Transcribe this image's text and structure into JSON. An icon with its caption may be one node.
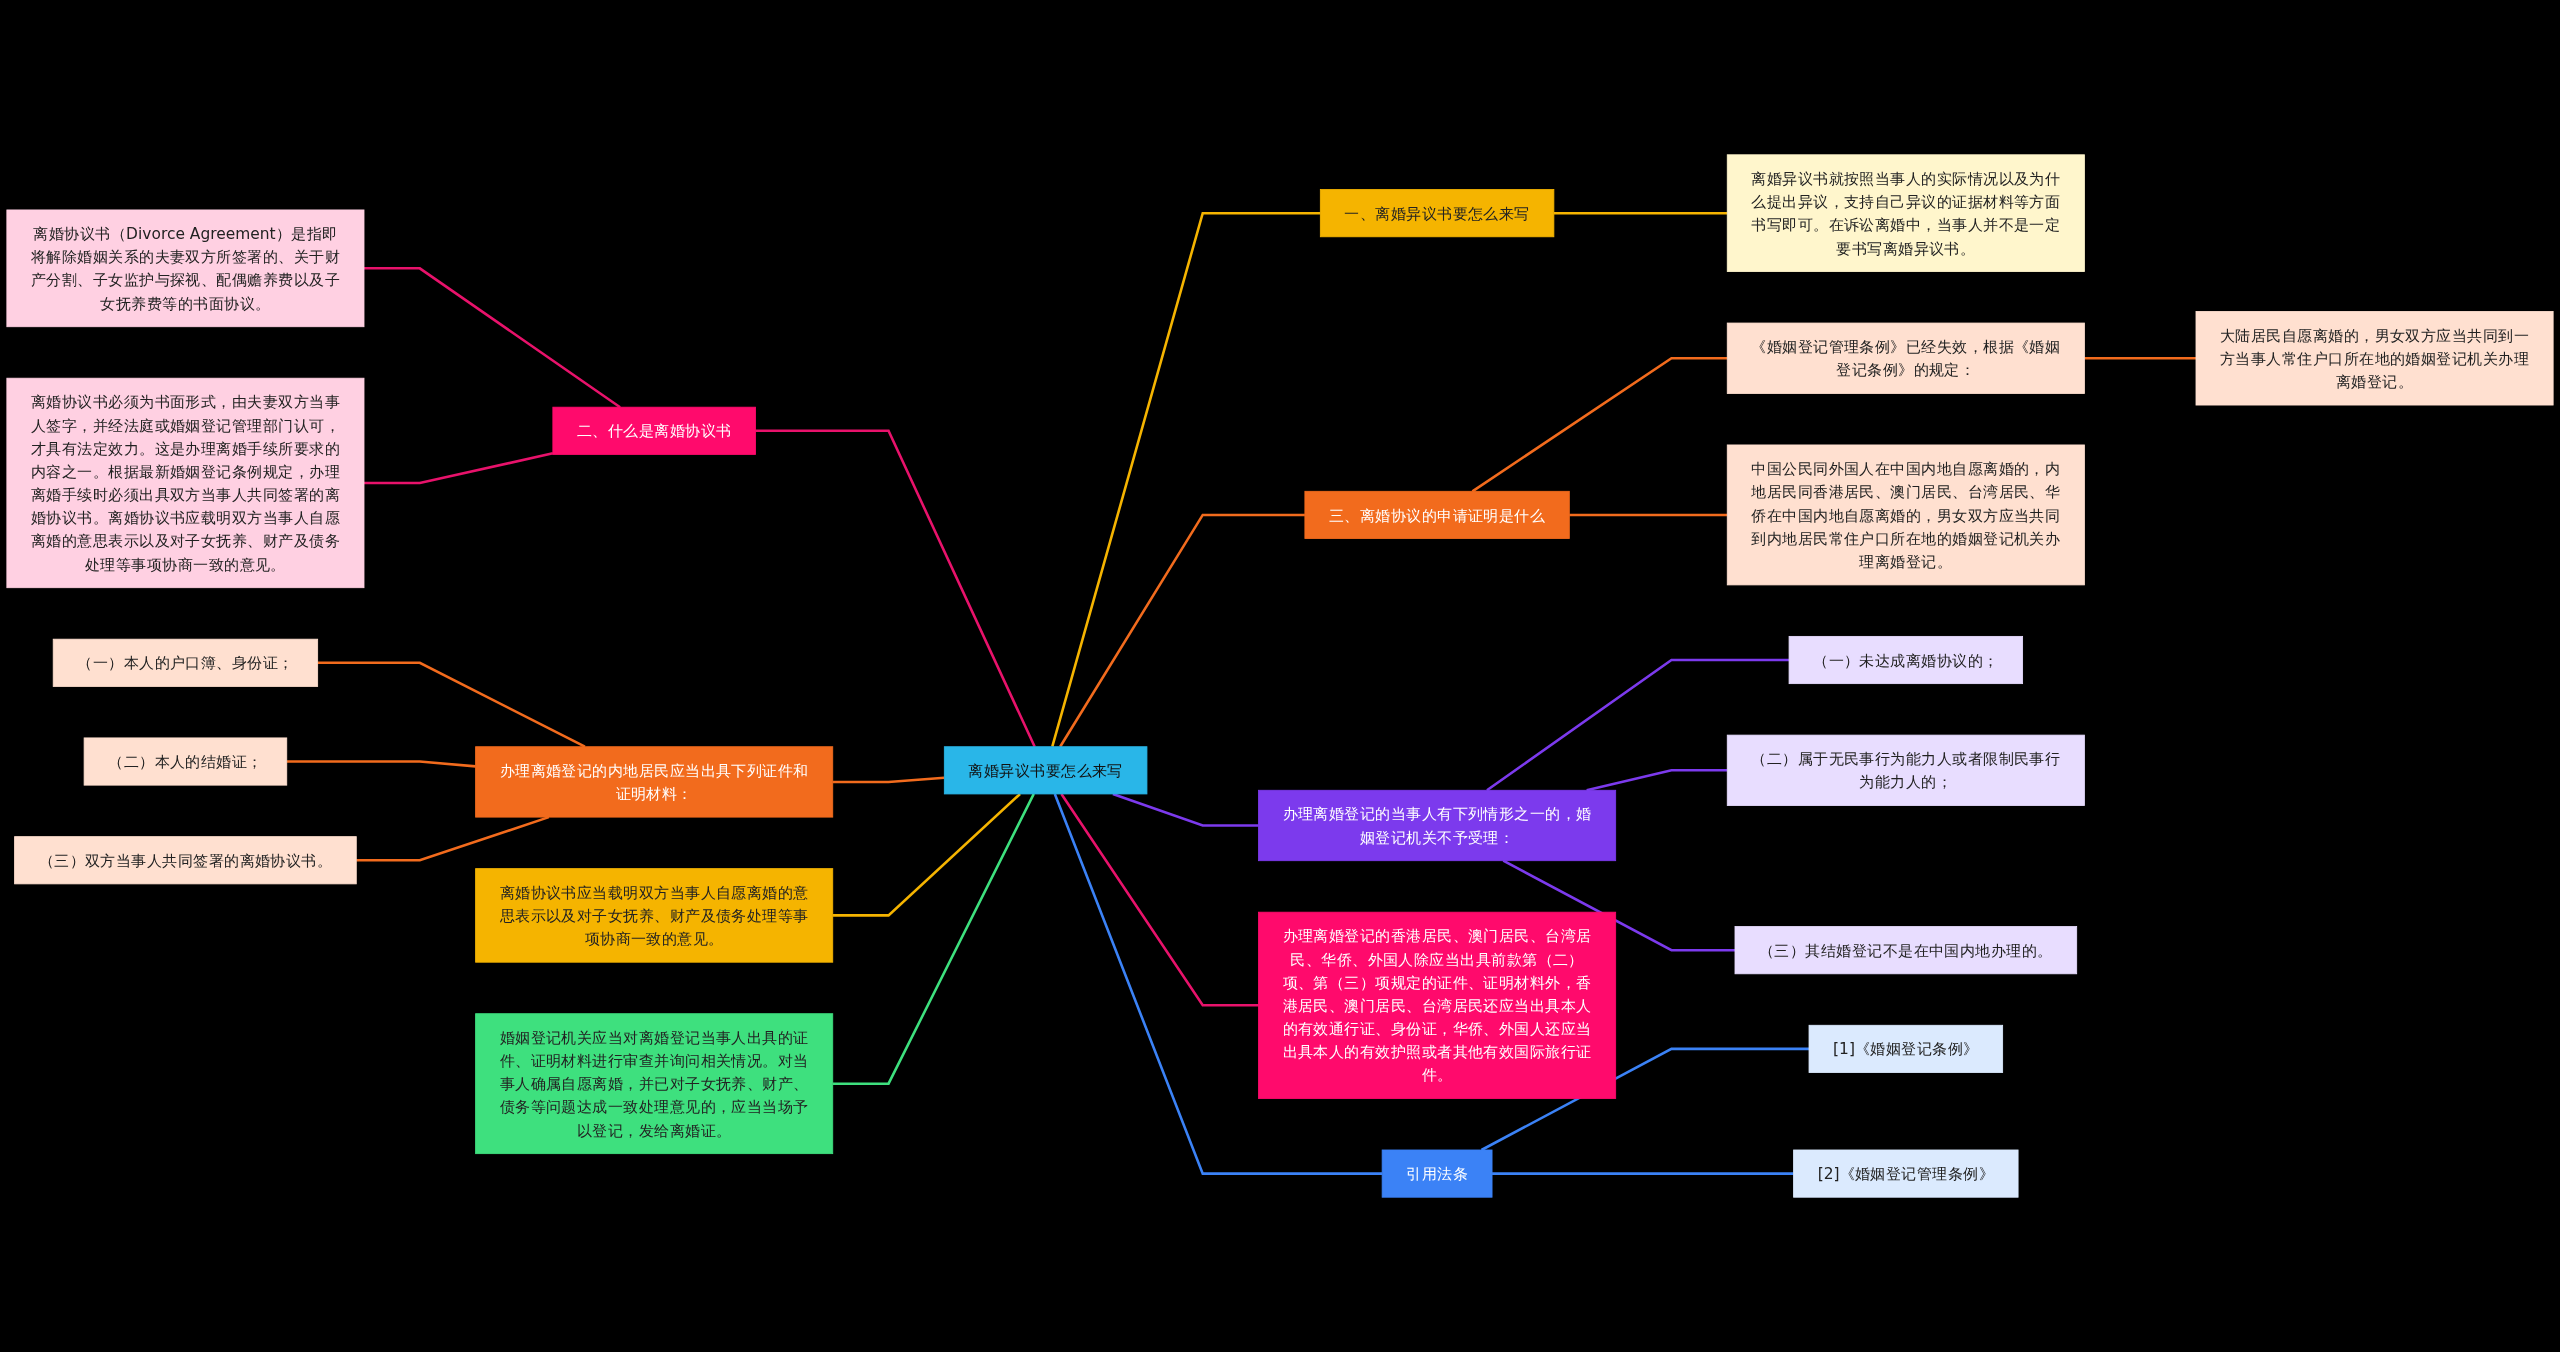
{
  "diagram": {
    "nodes": [
      {
        "text": [
          "离婚异议书要怎么来写"
        ]
      },
      {
        "text": [
          "一、离婚异议书要怎么来写"
        ]
      },
      {
        "text": [
          "离婚异议书就按照当事人的实际情况以及为什么提出异议，支持自己异议的证据材料等方面书写即可。在诉讼离婚中，当事人并不是一定要书写离婚异议书。"
        ]
      },
      {
        "text": [
          "三、离婚协议的申请证明是什么"
        ]
      },
      {
        "text": [
          "《婚姻登记管理条例》已经失效，根据《婚姻登记条例》的规定："
        ]
      },
      {
        "text": [
          "大陆居民自愿离婚的，男女双方应当共同到一方当事人常住户口所在地的婚姻登记机关办理离婚登记。"
        ]
      },
      {
        "text": [
          "中国公民同外国人在中国内地自愿离婚的，内地居民同香港居民、澳门居民、台湾居民、华侨在中国内地自愿离婚的，男女双方应当共同到内地居民常住户口所在地的婚姻登记机关办理离婚登记。"
        ]
      },
      {
        "text": [
          "办理离婚登记的香港居民、澳门居民、台湾居民、华侨、外国人除应当出具前款第（二）项、第（三）项规定的证件、证明材料外，香港居民、澳门居民、台湾居民还应当出具本人的有效通行证、身份证，华侨、外国人还应当出具本人的有效护照或者其他有效国际旅行证件。"
        ]
      },
      {
        "text": [
          "办理离婚登记的当事人有下列情形之一的，婚姻登记机关不予受理："
        ]
      },
      {
        "text": [
          "（一）未达成离婚协议的；"
        ]
      },
      {
        "text": [
          "（二）属于无民事行为能力人或者限制民事行为能力人的；"
        ]
      },
      {
        "text": [
          "（三）其结婚登记不是在中国内地办理的。"
        ]
      },
      {
        "text": [
          "引用法条"
        ]
      },
      {
        "text": [
          "[1]《婚姻登记条例》"
        ]
      },
      {
        "text": [
          "[2]《婚姻登记管理条例》"
        ]
      },
      {
        "text": [
          "二、什么是离婚协议书"
        ]
      },
      {
        "text": [
          "离婚协议书（Divorce Agreement）是指即将解除婚姻关系的夫妻双方所签署的、关于财产分割、子女监护与探视、配偶赡养费以及子女抚养费等的书面协议。"
        ]
      },
      {
        "text": [
          "离婚协议书必须为书面形式，由夫妻双方当事人签字，并经法庭或婚姻登记管理部门认可，才具有法定效力。这是办理离婚手续所要求的内容之一。根据最新婚姻登记条例规定，办理离婚手续时必须出具双方当事人共同签署的离婚协议书。离婚协议书应载明双方当事人自愿离婚的意思表示以及对子女抚养、财产及债务处理等事项协商一致的意见。"
        ]
      },
      {
        "text": [
          "办理离婚登记的内地居民应当出具下列证件和证明材料："
        ]
      },
      {
        "text": [
          "（一）本人的户口簿、身份证；"
        ]
      },
      {
        "text": [
          "（二）本人的结婚证；"
        ]
      },
      {
        "text": [
          "（三）双方当事人共同签署的离婚协议书。"
        ]
      },
      {
        "text": [
          "离婚协议书应当载明双方当事人自愿离婚的意思表示以及对子女抚养、财产及债务处理等事项协商一致的意见。"
        ]
      },
      {
        "text": [
          "婚姻登记机关应当对离婚登记当事人出具的证件、证明材料进行审查并询问相关情况。对当事人确属自愿离婚，并已对子女抚养、财产、债务等问题达成一致处理意见的，应当当场予以登记，发给离婚证。"
        ]
      }
    ],
    "edges": [
      {
        "from": 0,
        "to": 1,
        "arrow": "none",
        "color": "#f5b400"
      },
      {
        "from": 1,
        "to": 2,
        "arrow": "none",
        "color": "#f5b400"
      },
      {
        "from": 0,
        "to": 3,
        "arrow": "none",
        "color": "#f26b1d"
      },
      {
        "from": 3,
        "to": 4,
        "arrow": "none",
        "color": "#f26b1d"
      },
      {
        "from": 4,
        "to": 5,
        "arrow": "none",
        "color": "#f26b1d"
      },
      {
        "from": 3,
        "to": 6,
        "arrow": "none",
        "color": "#f26b1d"
      },
      {
        "from": 0,
        "to": 7,
        "arrow": "none",
        "color": "#e8126b"
      },
      {
        "from": 0,
        "to": 8,
        "arrow": "none",
        "color": "#7c3aed"
      },
      {
        "from": 8,
        "to": 9,
        "arrow": "none",
        "color": "#7c3aed"
      },
      {
        "from": 8,
        "to": 10,
        "arrow": "none",
        "color": "#7c3aed"
      },
      {
        "from": 8,
        "to": 11,
        "arrow": "none",
        "color": "#7c3aed"
      },
      {
        "from": 0,
        "to": 12,
        "arrow": "none",
        "color": "#3b82f6"
      },
      {
        "from": 12,
        "to": 13,
        "arrow": "none",
        "color": "#3b82f6"
      },
      {
        "from": 12,
        "to": 14,
        "arrow": "none",
        "color": "#3b82f6"
      },
      {
        "from": 0,
        "to": 15,
        "arrow": "none",
        "color": "#e8126b"
      },
      {
        "from": 15,
        "to": 16,
        "arrow": "none",
        "color": "#e8126b"
      },
      {
        "from": 15,
        "to": 17,
        "arrow": "none",
        "color": "#e8126b"
      },
      {
        "from": 0,
        "to": 18,
        "arrow": "none",
        "color": "#f26b1d"
      },
      {
        "from": 18,
        "to": 19,
        "arrow": "none",
        "color": "#f26b1d"
      },
      {
        "from": 18,
        "to": 20,
        "arrow": "none",
        "color": "#f26b1d"
      },
      {
        "from": 18,
        "to": 21,
        "arrow": "none",
        "color": "#f26b1d"
      },
      {
        "from": 0,
        "to": 22,
        "arrow": "none",
        "color": "#f5b400"
      },
      {
        "from": 0,
        "to": 23,
        "arrow": "none",
        "color": "#3ee07e"
      }
    ]
  }
}
